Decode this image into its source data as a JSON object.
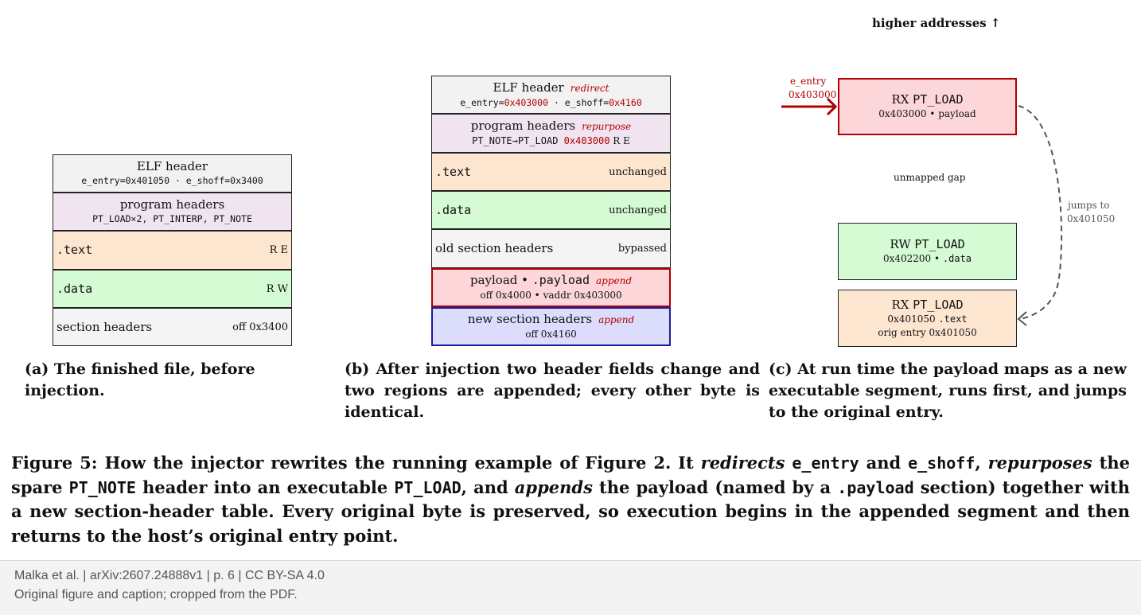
{
  "panel_a": {
    "elf_title": "ELF header",
    "elf_fields": "e_entry=0x401050 · e_shoff=0x3400",
    "ph_title": "program headers",
    "ph_fields": "PT_LOAD×2, PT_INTERP, PT_NOTE",
    "text_label": ".text",
    "text_perm": "R E",
    "data_label": ".data",
    "data_perm": "R W",
    "sh_label": "section headers",
    "sh_off": "off 0x3400",
    "caption": "(a) The finished file, before injection."
  },
  "panel_b": {
    "elf_title": "ELF header",
    "elf_note": "redirect",
    "elf_f1": "e_entry=",
    "elf_f1v": "0x403000",
    "elf_f2": " · e_shoff=",
    "elf_f2v": "0x4160",
    "ph_title": "program headers",
    "ph_note": "repurpose",
    "ph_f1": "PT_NOTE→PT_LOAD ",
    "ph_f1v": "0x403000",
    "ph_f2": " R E",
    "text_label": ".text",
    "text_tag": "unchanged",
    "data_label": ".data",
    "data_tag": "unchanged",
    "old_label": "old section headers",
    "old_tag": "bypassed",
    "payload_title": "payload • ",
    "payload_name": ".payload",
    "payload_note": "append",
    "payload_fields": "off 0x4000 • vaddr 0x403000",
    "newsh_title": "new section headers",
    "newsh_note": "append",
    "newsh_fields": "off 0x4160",
    "caption": "(b) After injection two header fields change and two regions are appended; every other byte is identical."
  },
  "panel_c": {
    "higher": "higher addresses ↑",
    "entry_label": "e_entry",
    "entry_addr": "0x403000",
    "rx1_a": "RX ",
    "rx1_b": "PT_LOAD",
    "rx1_line": "0x403000 • payload",
    "gap": "unmapped gap",
    "rw_a": "RW ",
    "rw_b": "PT_LOAD",
    "rw_l1": "0x402200 • ",
    "rw_l2": ".data",
    "rx2_a": "RX ",
    "rx2_b": "PT_LOAD",
    "rx2_l1": "0x401050 ",
    "rx2_l2": ".text",
    "rx2_line2": "orig entry 0x401050",
    "jumps_1": "jumps to",
    "jumps_2": "0x401050",
    "caption": "(c) At run time the payload maps as a new executable segment, runs first, and jumps to the original entry."
  },
  "caption": {
    "p1": "Figure 5: How the injector rewrites the running example of Figure 2. It ",
    "i1": "redirects",
    "p2": " ",
    "m1": "e_entry",
    "p3": " and ",
    "m2": "e_shoff",
    "p4": ", ",
    "i2": "repurposes",
    "p5": " the spare ",
    "m3": "PT_NOTE",
    "p6": " header into an executable ",
    "m4": "PT_LOAD",
    "p7": ", and ",
    "i3": "appends",
    "p8": " the payload (named by a ",
    "m5": ".payload",
    "p9": " section) together with a new section-header table. Every original byte is preserved, so execution begins in the appended segment and then returns to the host’s original entry point."
  },
  "footer": {
    "line1": "Malka et al. | arXiv:2607.24888v1 | p. 6 | CC BY-SA 4.0",
    "line2": "Original figure and caption; cropped from the PDF."
  },
  "colors": {
    "accent_red": "#b00000",
    "accent_blue": "#1c1ca0",
    "header_fill": "#f2f2f2",
    "program_fill": "#f1e4f1",
    "text_fill": "#fde6d0",
    "data_fill": "#d4fbd3",
    "payload_fill": "#fcd6d8",
    "newsh_fill": "#dcdcfd"
  }
}
